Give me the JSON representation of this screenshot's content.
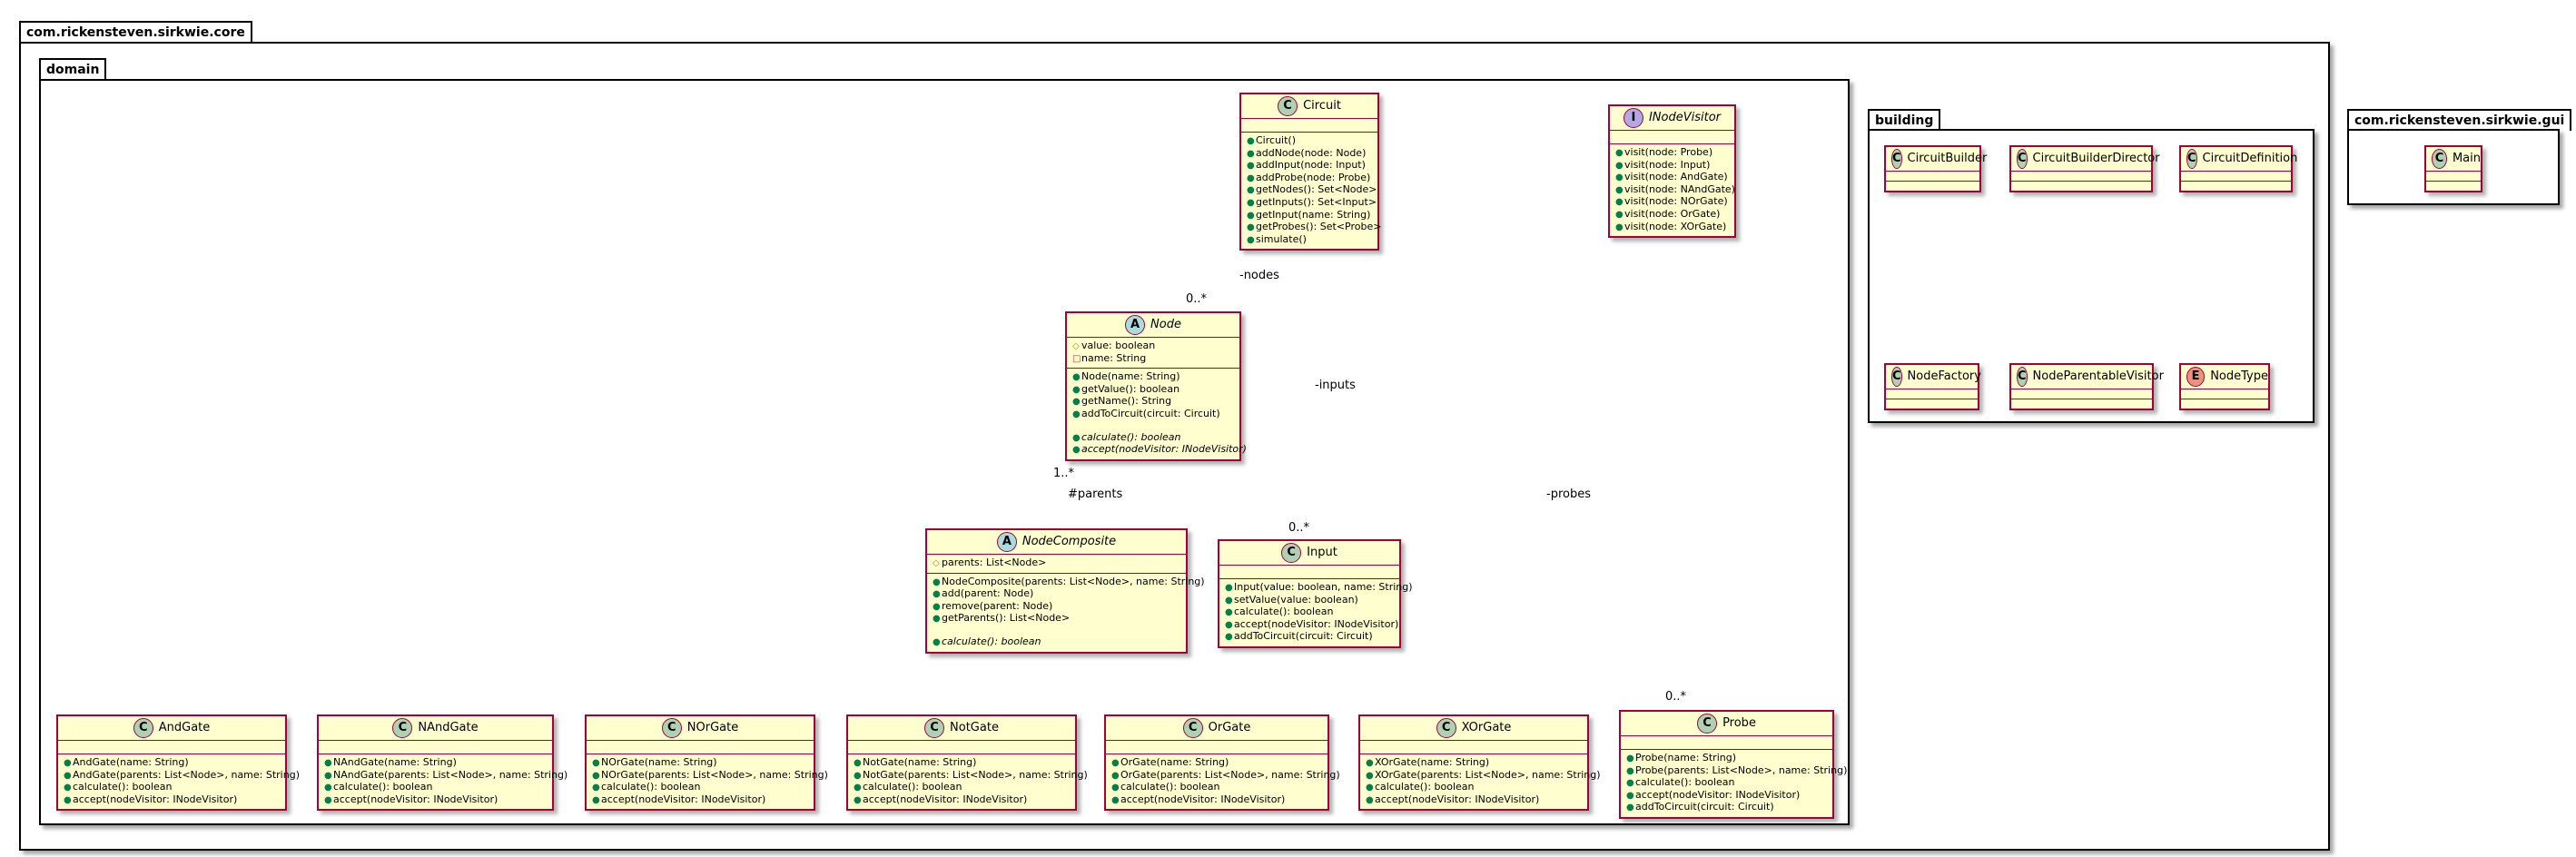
{
  "packages": {
    "core": "com.rickensteven.sirkwie.core",
    "domain": "domain",
    "building": "building",
    "gui": "com.rickensteven.sirkwie.gui"
  },
  "stereotype_colors": {
    "class": "#add1b2",
    "abstract": "#a9dcdf",
    "interface": "#b4a7e5",
    "enum": "#eb937f"
  },
  "classes": {
    "circuit": {
      "kind": "C",
      "name": "Circuit",
      "methods": [
        "Circuit()",
        "addNode(node: Node)",
        "addInput(node: Input)",
        "addProbe(node: Probe)",
        "getNodes(): Set<Node>",
        "getInputs(): Set<Input>",
        "getInput(name: String)",
        "getProbes(): Set<Probe>",
        "simulate()"
      ]
    },
    "inodevisitor": {
      "kind": "I",
      "name": "INodeVisitor",
      "methods": [
        "visit(node: Probe)",
        "visit(node: Input)",
        "visit(node: AndGate)",
        "visit(node: NAndGate)",
        "visit(node: NOrGate)",
        "visit(node: OrGate)",
        "visit(node: XOrGate)"
      ]
    },
    "node": {
      "kind": "A",
      "name": "Node",
      "fields": [
        "value: boolean",
        "name: String"
      ],
      "methods": [
        "Node(name: String)",
        "getValue(): boolean",
        "getName(): String",
        "addToCircuit(circuit: Circuit)"
      ],
      "abstract_methods": [
        "calculate(): boolean",
        "accept(nodeVisitor: INodeVisitor)"
      ]
    },
    "nodecomposite": {
      "kind": "A",
      "name": "NodeComposite",
      "fields": [
        "parents: List<Node>"
      ],
      "methods": [
        "NodeComposite(parents: List<Node>, name: String)",
        "add(parent: Node)",
        "remove(parent: Node)",
        "getParents(): List<Node>"
      ],
      "abstract_methods": [
        "calculate(): boolean"
      ]
    },
    "input": {
      "kind": "C",
      "name": "Input",
      "methods": [
        "Input(value: boolean, name: String)",
        "setValue(value: boolean)",
        "calculate(): boolean",
        "accept(nodeVisitor: INodeVisitor)",
        "addToCircuit(circuit: Circuit)"
      ]
    },
    "andgate": {
      "kind": "C",
      "name": "AndGate",
      "methods": [
        "AndGate(name: String)",
        "AndGate(parents: List<Node>, name: String)",
        "calculate(): boolean",
        "accept(nodeVisitor: INodeVisitor)"
      ]
    },
    "nandgate": {
      "kind": "C",
      "name": "NAndGate",
      "methods": [
        "NAndGate(name: String)",
        "NAndGate(parents: List<Node>, name: String)",
        "calculate(): boolean",
        "accept(nodeVisitor: INodeVisitor)"
      ]
    },
    "norgate": {
      "kind": "C",
      "name": "NOrGate",
      "methods": [
        "NOrGate(name: String)",
        "NOrGate(parents: List<Node>, name: String)",
        "calculate(): boolean",
        "accept(nodeVisitor: INodeVisitor)"
      ]
    },
    "notgate": {
      "kind": "C",
      "name": "NotGate",
      "methods": [
        "NotGate(name: String)",
        "NotGate(parents: List<Node>, name: String)",
        "calculate(): boolean",
        "accept(nodeVisitor: INodeVisitor)"
      ]
    },
    "orgate": {
      "kind": "C",
      "name": "OrGate",
      "methods": [
        "OrGate(name: String)",
        "OrGate(parents: List<Node>, name: String)",
        "calculate(): boolean",
        "accept(nodeVisitor: INodeVisitor)"
      ]
    },
    "xorgate": {
      "kind": "C",
      "name": "XOrGate",
      "methods": [
        "XOrGate(name: String)",
        "XOrGate(parents: List<Node>, name: String)",
        "calculate(): boolean",
        "accept(nodeVisitor: INodeVisitor)"
      ]
    },
    "probe": {
      "kind": "C",
      "name": "Probe",
      "methods": [
        "Probe(name: String)",
        "Probe(parents: List<Node>, name: String)",
        "calculate(): boolean",
        "accept(nodeVisitor: INodeVisitor)",
        "addToCircuit(circuit: Circuit)"
      ]
    },
    "circuitbuilder": {
      "kind": "C",
      "name": "CircuitBuilder"
    },
    "circuitbuilderdirector": {
      "kind": "C",
      "name": "CircuitBuilderDirector"
    },
    "circuitdefinition": {
      "kind": "C",
      "name": "CircuitDefinition"
    },
    "nodefactory": {
      "kind": "C",
      "name": "NodeFactory"
    },
    "nodeparentablevisitor": {
      "kind": "C",
      "name": "NodeParentableVisitor"
    },
    "nodetype": {
      "kind": "E",
      "name": "NodeType"
    },
    "main": {
      "kind": "C",
      "name": "Main"
    }
  },
  "relations": {
    "nodes_role": "-nodes",
    "nodes_mult": "0..*",
    "inputs_role": "-inputs",
    "inputs_mult": "0..*",
    "probes_role": "-probes",
    "probes_mult": "0..*",
    "parents_role": "#parents",
    "parents_mult": "1..*"
  }
}
